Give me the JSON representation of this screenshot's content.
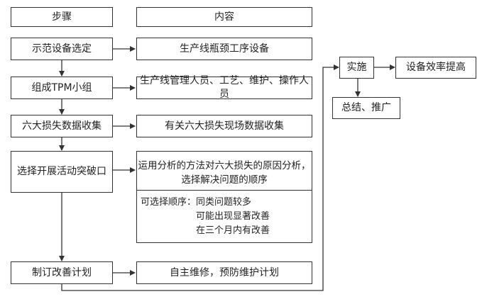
{
  "headers": {
    "steps": "步骤",
    "content": "内容"
  },
  "steps": [
    "示范设备选定",
    "组成TPM小组",
    "六大损失数据收集",
    "选择开展活动突破口",
    "制订改善计划"
  ],
  "contents": [
    "生产线瓶颈工序设备",
    "生产线管理人员、工艺、维护、操作人员",
    "有关六大损失现场数据收集",
    [
      "运用分析的方法对六大损失的原因分析，",
      "选择解决问题的顺序"
    ],
    "自主维修，预防维护计划"
  ],
  "order_note": {
    "label": "可选择顺序：",
    "items": [
      "同类问题较多",
      "可能出现显著改善",
      "在三个月内有改善"
    ]
  },
  "implement": {
    "label": "实施",
    "result": "设备效率提高",
    "summary": "总结、推广"
  }
}
